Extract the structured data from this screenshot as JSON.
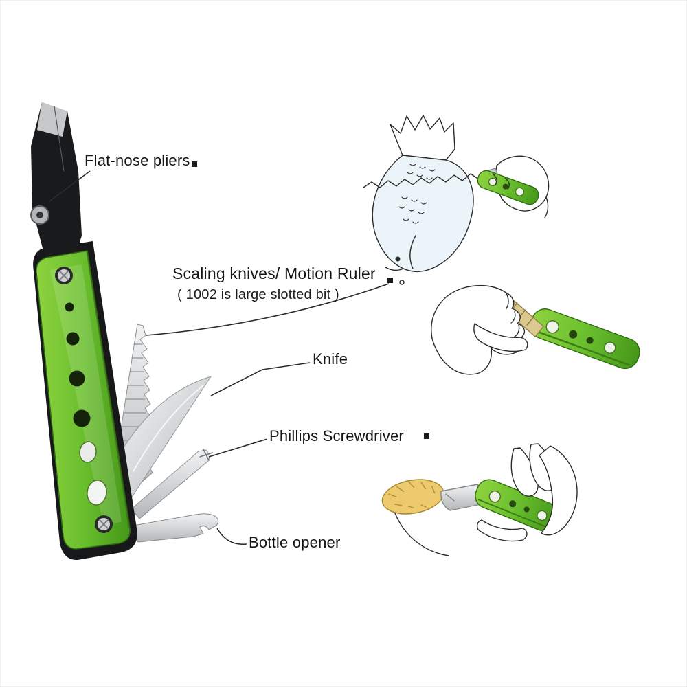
{
  "diagram": {
    "labels": {
      "flat_nose_pliers": "Flat-nose pliers",
      "scaling_knives": "Scaling knives/ Motion Ruler",
      "scaling_knives_note": "( 1002 is large slotted bit )",
      "knife": "Knife",
      "phillips_screwdriver": "Phillips Screwdriver",
      "bottle_opener": "Bottle opener"
    },
    "colors": {
      "background": "#ffffff",
      "tool_green": "#6abf2e",
      "tool_green_dark": "#2f6b12",
      "metal_light": "#f2f3f4",
      "metal_dark": "#b3b6b8",
      "handle_black": "#17181a",
      "sketch_line": "#2b2b2b",
      "fish_wash_blue": "#eaf4f9",
      "bit_tan": "#dcc98f",
      "brush_yellow": "#ecca6d",
      "label_text": "#151515"
    }
  }
}
